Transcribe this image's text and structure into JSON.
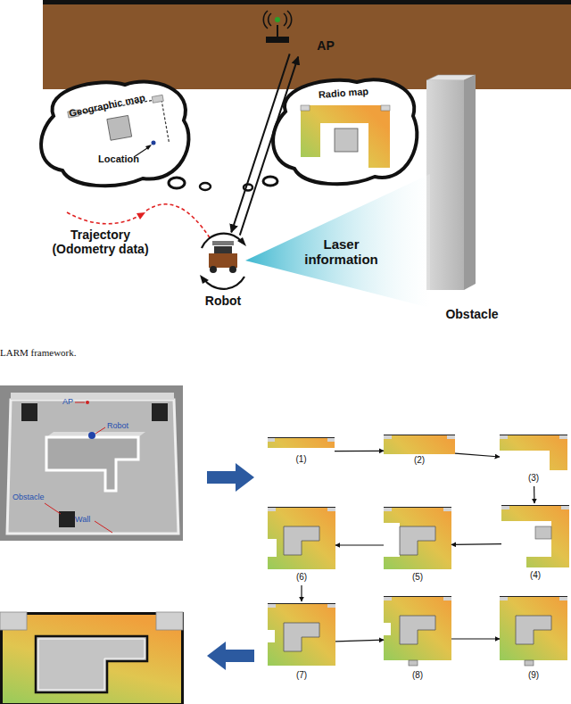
{
  "diagram": {
    "caption": "LARM framework.",
    "nodes": [
      {
        "text": [
          "AP"
        ]
      },
      {
        "text": [
          "Geographic map",
          "Location"
        ]
      },
      {
        "text": [
          "Radio map"
        ]
      },
      {
        "text": [
          "Laser information"
        ]
      },
      {
        "text": [
          "Robot"
        ]
      },
      {
        "text": [
          "Obstacle"
        ]
      },
      {
        "text": [
          "(1)"
        ]
      },
      {
        "text": [
          "(2)"
        ]
      },
      {
        "text": [
          "(3)"
        ]
      },
      {
        "text": [
          "(4)"
        ]
      },
      {
        "text": [
          "(5)"
        ]
      },
      {
        "text": [
          "(6)"
        ]
      },
      {
        "text": [
          "(7)"
        ]
      },
      {
        "text": [
          "(8)"
        ]
      },
      {
        "text": [
          "(9)"
        ]
      }
    ],
    "edges": [
      {
        "from": 4,
        "to": 0,
        "arrow": "to"
      },
      {
        "from": 0,
        "to": 4,
        "arrow": "to"
      },
      {
        "from": 6,
        "to": 7,
        "arrow": "to"
      },
      {
        "from": 7,
        "to": 8,
        "arrow": "to"
      },
      {
        "from": 8,
        "to": 9,
        "arrow": "to"
      },
      {
        "from": 9,
        "to": 10,
        "arrow": "to"
      },
      {
        "from": 10,
        "to": 11,
        "arrow": "to"
      },
      {
        "from": 11,
        "to": 12,
        "arrow": "to"
      },
      {
        "from": 12,
        "to": 13,
        "arrow": "to"
      },
      {
        "from": 13,
        "to": 14,
        "arrow": "to"
      }
    ],
    "labels": [
      "Trajectory (Odometry data)",
      "AP",
      "Robot",
      "Obstacle",
      "Wall"
    ]
  }
}
